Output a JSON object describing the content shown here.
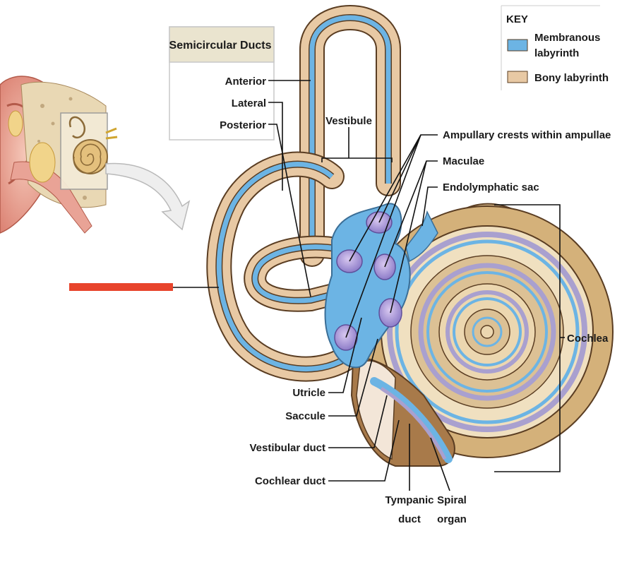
{
  "semicircular_box": {
    "title": "Semicircular Ducts",
    "items": [
      "Anterior",
      "Lateral",
      "Posterior"
    ]
  },
  "key": {
    "title": "KEY",
    "membranous_line1": "Membranous",
    "membranous_line2": "labyrinth",
    "bony": "Bony labyrinth",
    "membranous_color": "#6cb4e4",
    "bony_color": "#e8c9a4"
  },
  "labels": {
    "vestibule": "Vestibule",
    "ampullary": "Ampullary crests within ampullae",
    "maculae": "Maculae",
    "endolymphatic": "Endolymphatic sac",
    "cochlea": "Cochlea",
    "utricle": "Utricle",
    "saccule": "Saccule",
    "vestibular_duct": "Vestibular duct",
    "cochlear_duct": "Cochlear duct",
    "tympanic_line1": "Tympanic",
    "tympanic_line2": "duct",
    "spiral_line1": "Spiral",
    "spiral_line2": "organ"
  },
  "colors": {
    "membranous": "#6cb4e4",
    "bony": "#e8c9a4",
    "outline": "#5a3d22",
    "redaction": "#e8442c"
  }
}
